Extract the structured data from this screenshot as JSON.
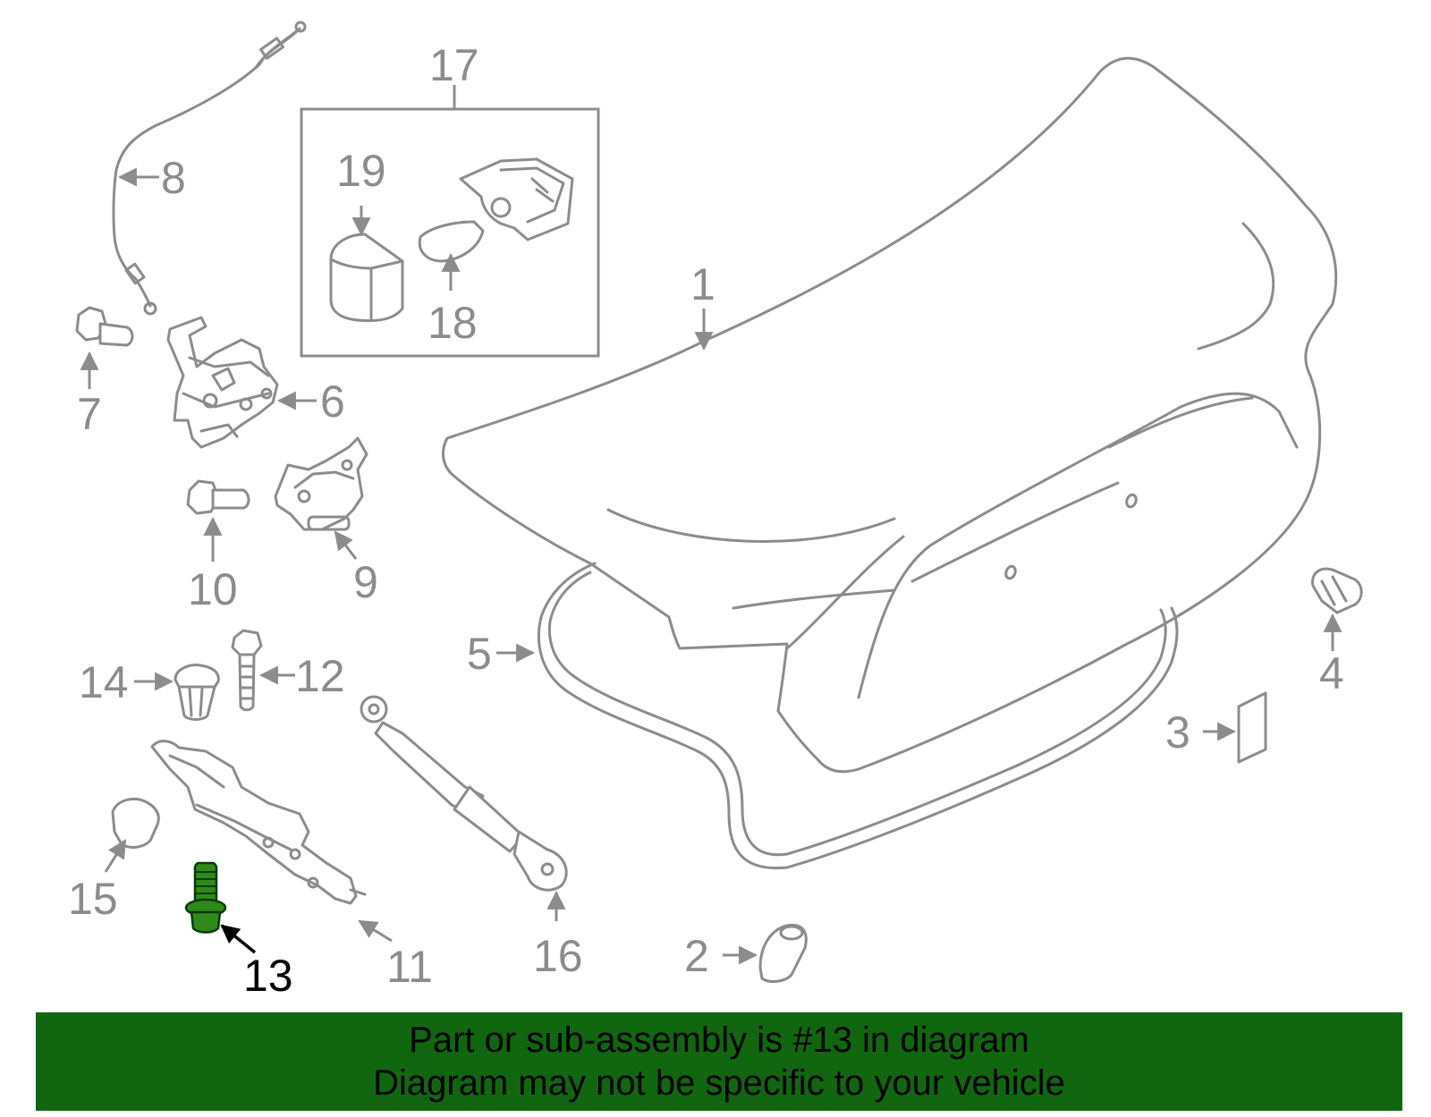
{
  "diagram": {
    "labels": {
      "l1": "1",
      "l2": "2",
      "l3": "3",
      "l4": "4",
      "l5": "5",
      "l6": "6",
      "l7": "7",
      "l8": "8",
      "l9": "9",
      "l10": "10",
      "l11": "11",
      "l12": "12",
      "l13": "13",
      "l14": "14",
      "l15": "15",
      "l16": "16",
      "l17": "17",
      "l18": "18",
      "l19": "19"
    },
    "highlighted_part": "13",
    "colors": {
      "line": "#8c8c8c",
      "highlight_fill": "#2e8b1a",
      "banner_bg": "#116610"
    }
  },
  "banner": {
    "line1": "Part or sub-assembly is #13 in diagram",
    "line2": "Diagram may not be specific to your vehicle"
  }
}
